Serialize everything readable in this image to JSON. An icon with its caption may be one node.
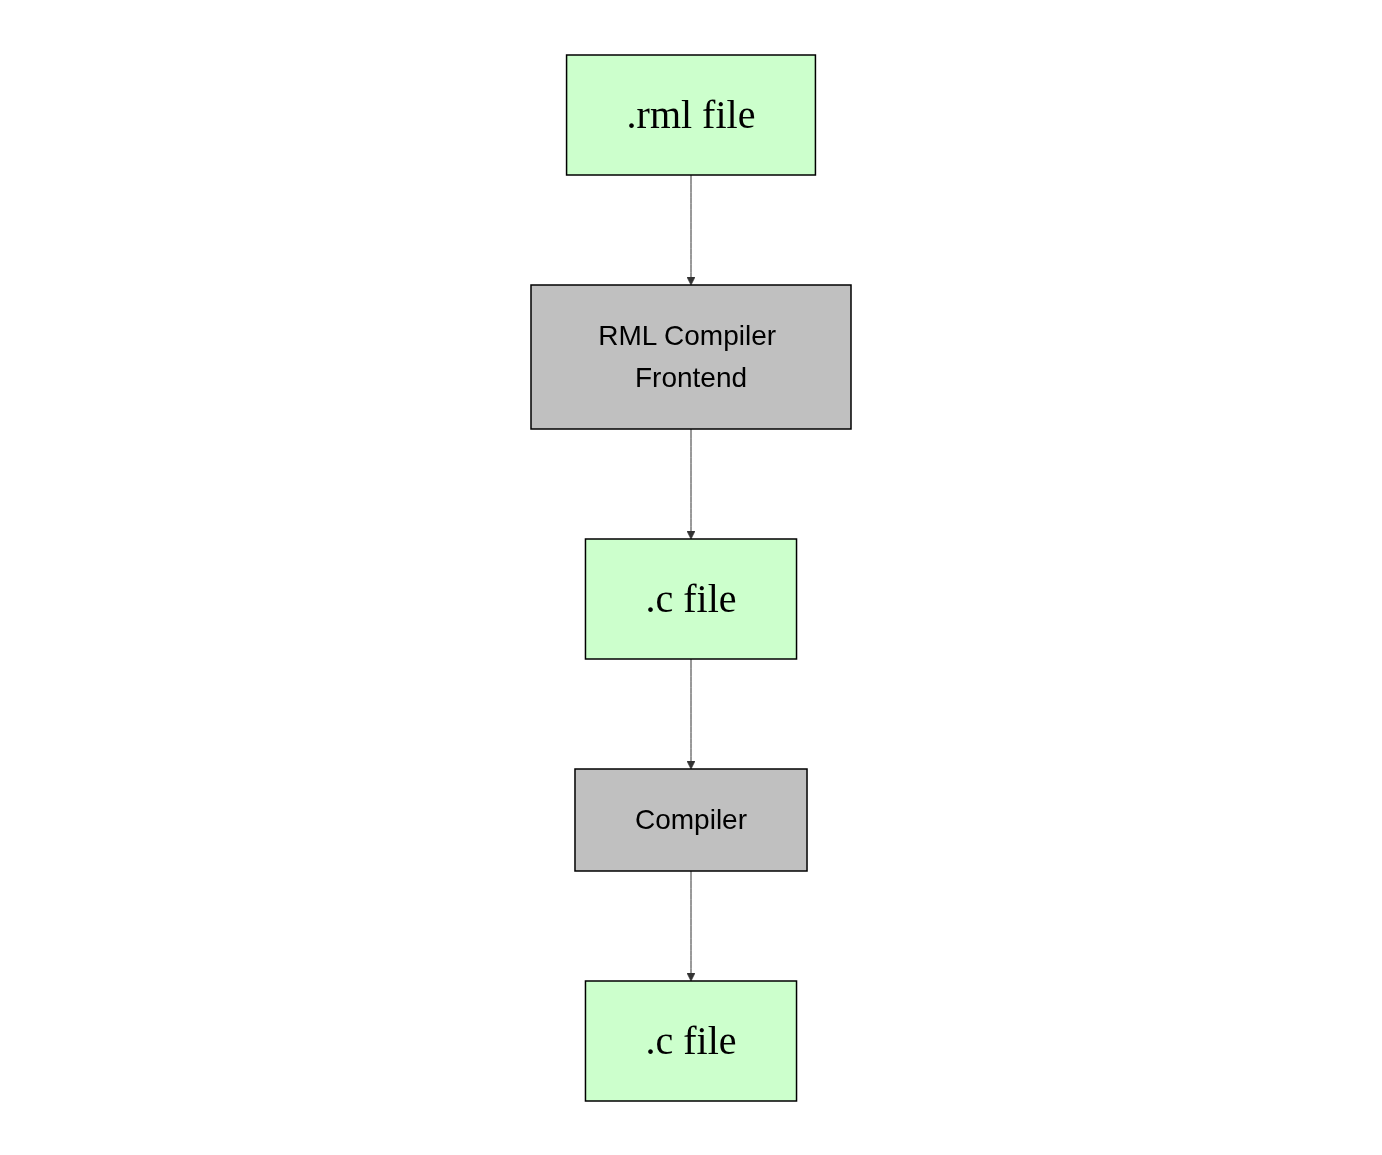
{
  "diagram": {
    "nodes": [
      {
        "text": [
          ".rml file"
        ]
      },
      {
        "text": [
          "RML Compiler Frontend"
        ]
      },
      {
        "text": [
          ".c file"
        ]
      },
      {
        "text": [
          "Compiler"
        ]
      },
      {
        "text": [
          ".c file"
        ]
      }
    ],
    "edges": [
      {
        "from": 0,
        "to": 1,
        "arrow": "to"
      },
      {
        "from": 1,
        "to": 2,
        "arrow": "to"
      },
      {
        "from": 2,
        "to": 3,
        "arrow": "to"
      },
      {
        "from": 3,
        "to": 4,
        "arrow": "to"
      }
    ]
  }
}
